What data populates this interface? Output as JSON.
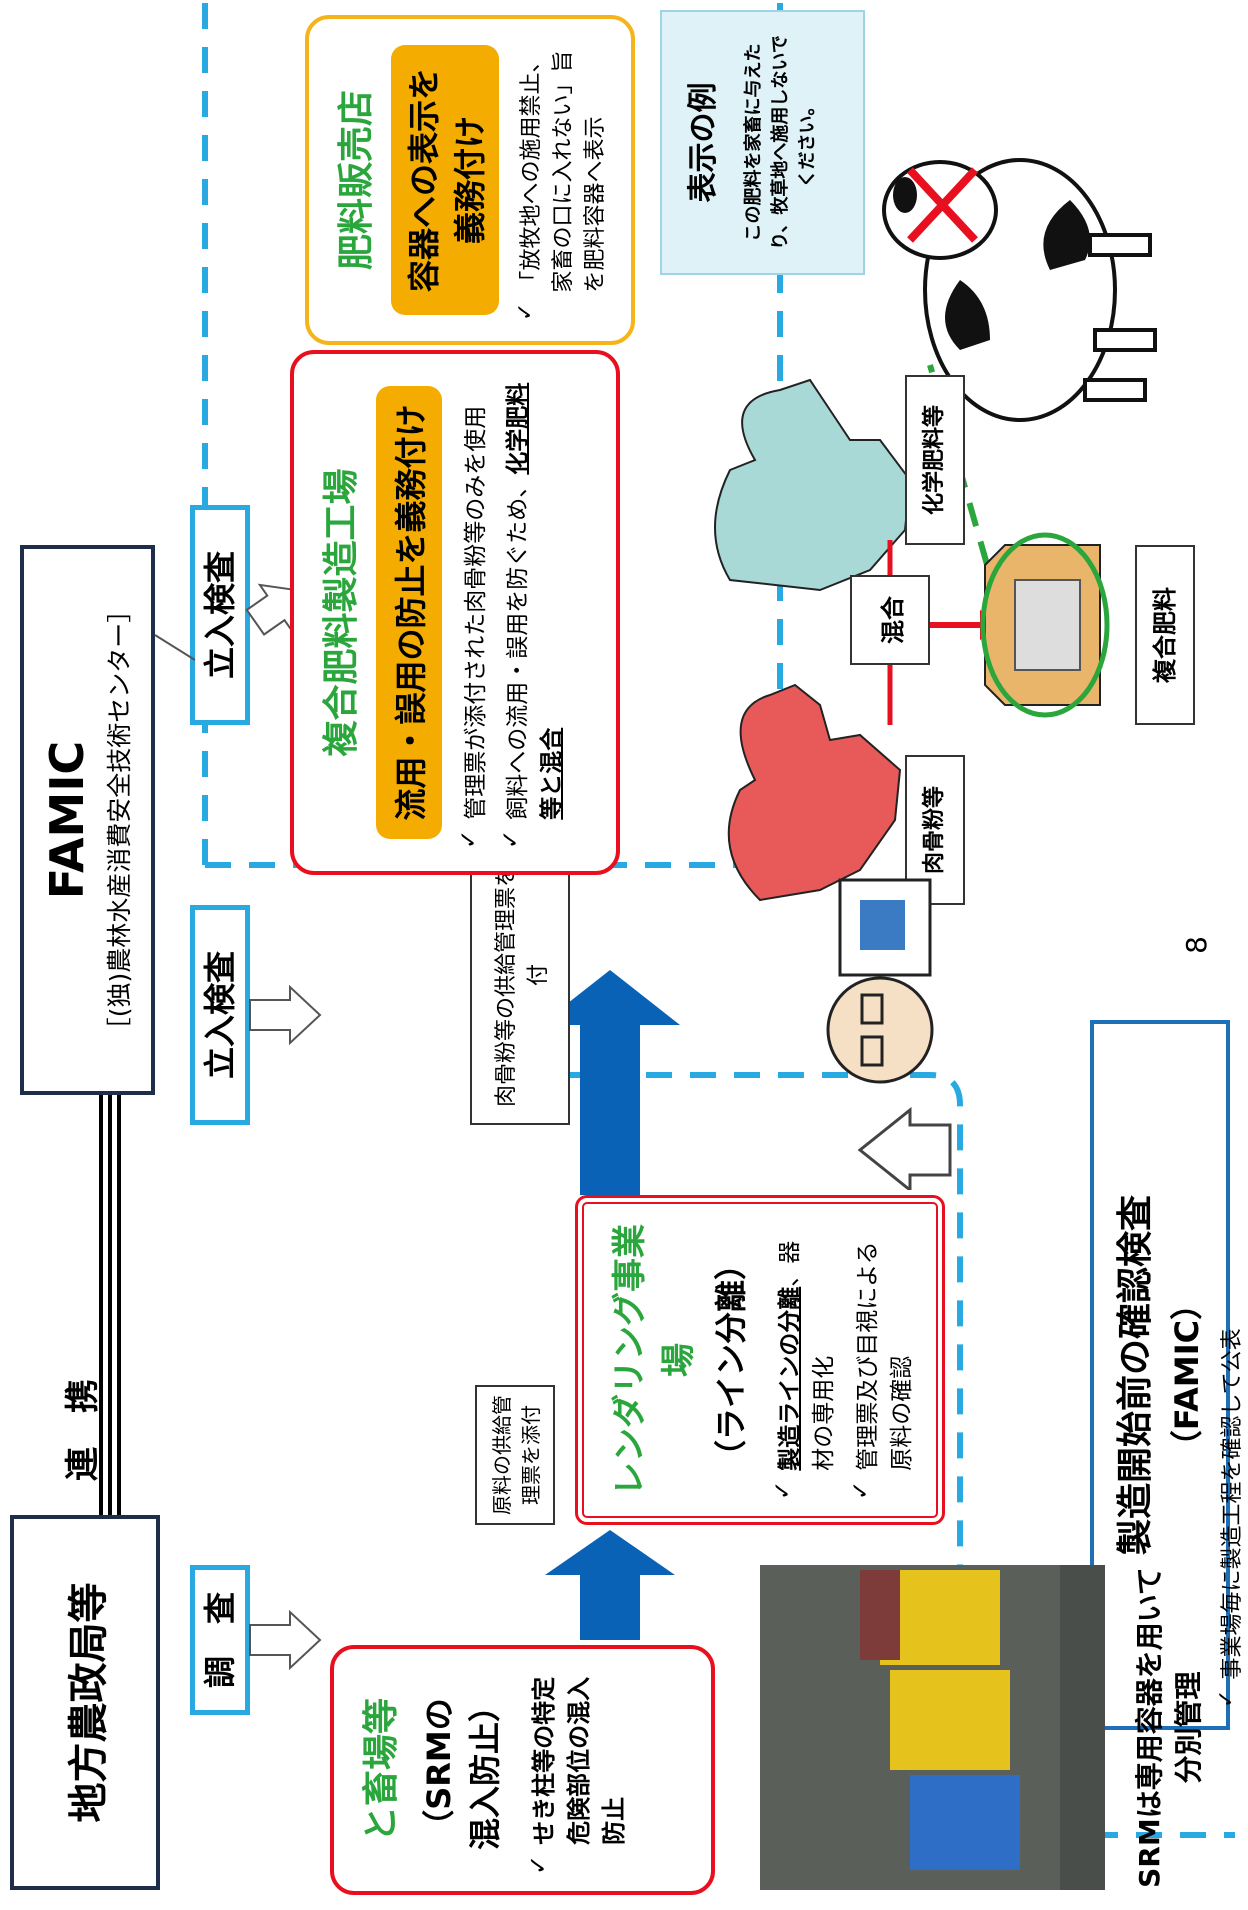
{
  "regional": {
    "label": "地方農政局等"
  },
  "famic": {
    "title": "FAMIC",
    "subtitle": "［(独)農林水産消費安全技術センター］"
  },
  "cooperation": {
    "label": "連　携"
  },
  "inspections": {
    "survey": "調　査",
    "onsite_1": "立入検査",
    "onsite_2": "立入検査"
  },
  "slaughter": {
    "title": "と畜場等",
    "subtitle_1": "（SRMの",
    "subtitle_2": "混入防止）",
    "check_prefix": "✓",
    "check_text": "せき柱等の特定危険部位の混入防止"
  },
  "transfer_1": {
    "label": "原料の供給管理票を添付"
  },
  "rendering": {
    "title": "レンダリング事業場",
    "subtitle": "（ライン分離）",
    "check_1_ul": "製造ラインの分離",
    "check_1_rest": "、器材の専用化",
    "check_2": "管理票及び目視による原料の確認"
  },
  "transfer_2": {
    "label": "肉骨粉等の供給管理票を添付"
  },
  "compound_plant": {
    "title": "複合肥料製造工場",
    "duty": "流用・誤用の防止を義務付け",
    "check_1": "管理票が添付された肉骨粉等のみを使用",
    "check_2_pre": "飼料への流用・誤用を防ぐため、",
    "check_2_ul": "化学肥料等と混合"
  },
  "store": {
    "title": "肥料販売店",
    "duty": "容器への表示を義務付け",
    "check_1": "「放牧地への施用禁止、家畜の口に入れない」旨を肥料容器へ表示"
  },
  "label_example": {
    "title": "表示の例",
    "text": "この肥料を家畜に与えたり、牧草地へ施用しないでください。"
  },
  "mixing": {
    "mix_label": "混合",
    "bag_1": "肉骨粉等",
    "bag_2": "化学肥料等",
    "product": "複合肥料"
  },
  "pre_check": {
    "title": "製造開始前の確認検査",
    "org": "（FAMIC）",
    "check_1": "事業場毎に製造工程を確認して公表"
  },
  "photo": {
    "caption": "SRMは専用容器を用いて分別管理"
  },
  "page_number": "8",
  "colors": {
    "red": "#e8101e",
    "navy": "#1f2d4a",
    "cyan": "#29a9e1",
    "green": "#2aa63c",
    "orange": "#f5ac00",
    "arrow_blue": "#0a62b6"
  }
}
